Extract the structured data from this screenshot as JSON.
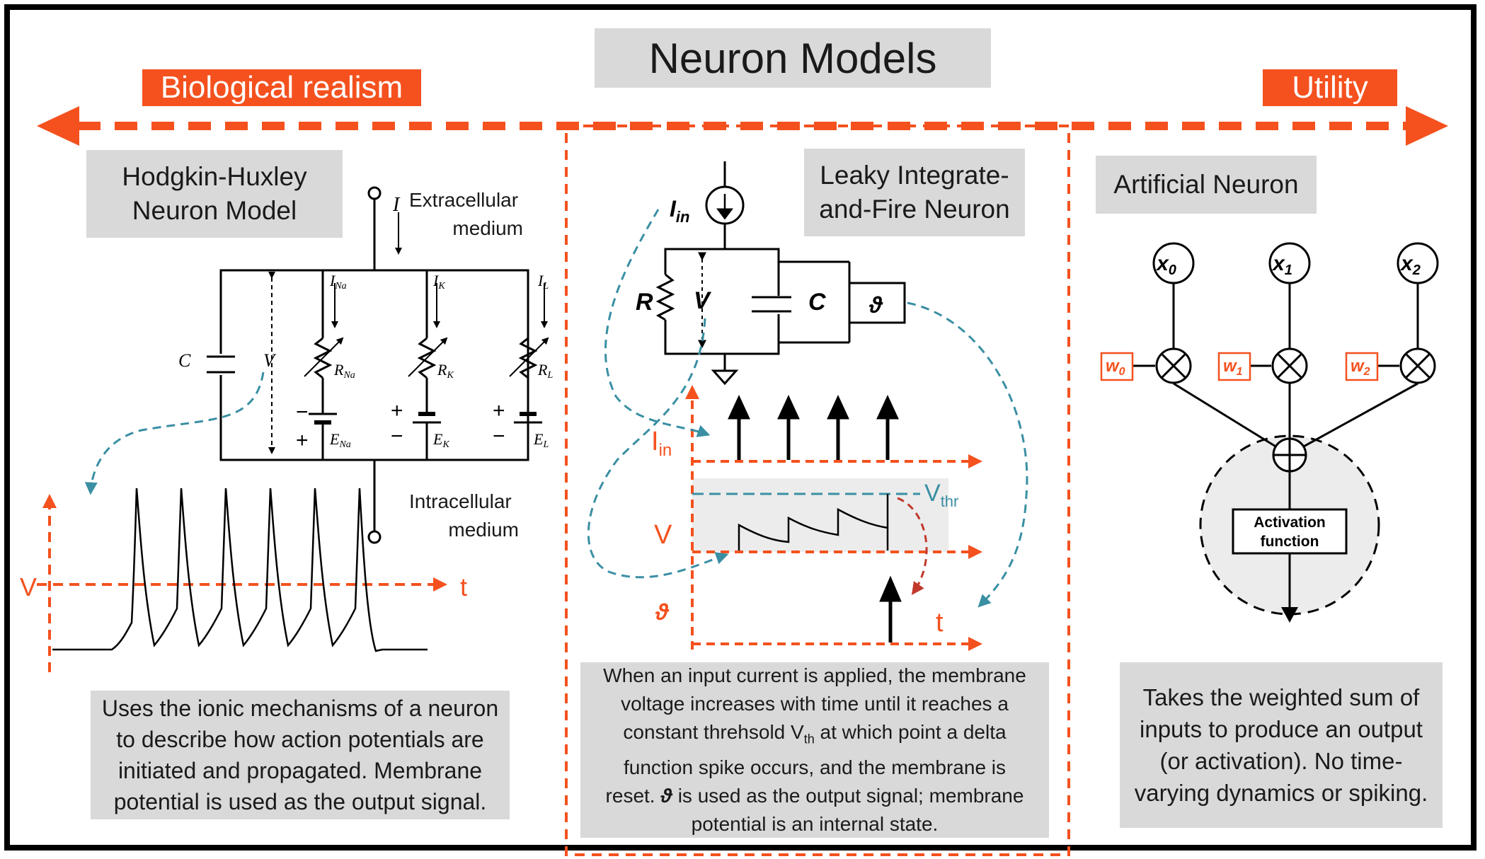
{
  "title": "Neuron Models",
  "axis": {
    "left_label": "Biological realism",
    "right_label": "Utility"
  },
  "hh": {
    "title_line1": "Hodgkin-Huxley",
    "title_line2": "Neuron Model",
    "extracellular_1": "Extracellular",
    "extracellular_2": "medium",
    "intracellular_1": "Intracellular",
    "intracellular_2": "medium",
    "current_I": "I",
    "cap_C": "C",
    "voltage_V": "V",
    "i_na": "I",
    "i_na_sub": "Na",
    "i_k": "I",
    "i_k_sub": "K",
    "i_l": "I",
    "i_l_sub": "L",
    "r_na": "R",
    "r_na_sub": "Na",
    "r_k": "R",
    "r_k_sub": "K",
    "r_l": "R",
    "r_l_sub": "L",
    "e_na": "E",
    "e_na_sub": "Na",
    "e_k": "E",
    "e_k_sub": "K",
    "e_l": "E",
    "e_l_sub": "L",
    "plus": "+",
    "minus": "−",
    "plot_y": "V",
    "plot_x": "t",
    "desc_lines": [
      "Uses the ionic mechanisms of a neuron",
      "to describe how action potentials are",
      "initiated and propagated. Membrane",
      "potential is used as the output signal."
    ]
  },
  "lif": {
    "title_line1": "Leaky Integrate-",
    "title_line2": "and-Fire Neuron",
    "i_in": "I",
    "i_in_sub": "in",
    "r_label": "R",
    "v_label": "V",
    "c_label": "C",
    "theta": "ϑ",
    "plot_iin": "I",
    "plot_iin_sub": "in",
    "plot_v": "V",
    "plot_theta": "ϑ",
    "plot_t": "t",
    "vthr": "V",
    "vthr_sub": "thr",
    "desc_line1": "When an input current is applied, the membrane",
    "desc_line2": "voltage increases with time until it reaches a",
    "desc_line3_a": "constant threhsold V",
    "desc_line3_sub": "th",
    "desc_line3_b": " at which point a delta",
    "desc_line4": "function spike occurs, and the membrane is",
    "desc_line5_a": "reset. ",
    "desc_line5_theta": "ϑ",
    "desc_line5_b": " is used as the output signal; membrane",
    "desc_line6": "potential is an internal state."
  },
  "ann": {
    "title": "Artificial Neuron",
    "x0": "x",
    "x0_sub": "0",
    "x1": "x",
    "x1_sub": "1",
    "x2": "x",
    "x2_sub": "2",
    "w0": "w",
    "w0_sub": "0",
    "w1": "w",
    "w1_sub": "1",
    "w2": "w",
    "w2_sub": "2",
    "activation_1": "Activation",
    "activation_2": "function",
    "desc_lines": [
      "Takes the weighted sum of",
      "inputs to produce an output",
      "(or activation). No time-",
      "varying dynamics or spiking."
    ]
  },
  "colors": {
    "accent_orange": "#f4511e",
    "teal_dashed": "#3a8fa3",
    "dark_red": "#c0392b",
    "gray_box": "#d9d9d9",
    "plot_band": "#ececec"
  }
}
